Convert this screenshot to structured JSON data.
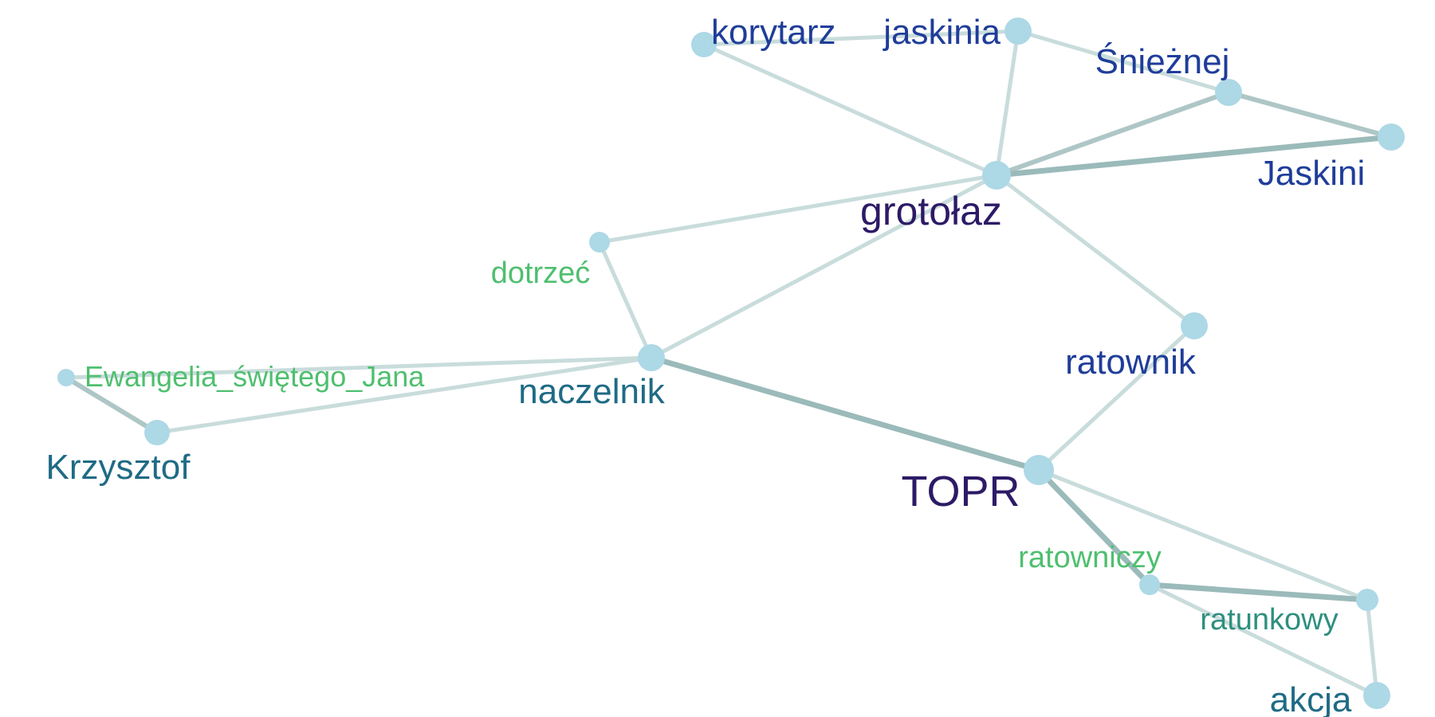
{
  "graph": {
    "nodes": [
      {
        "id": "korytarz",
        "label": "korytarz",
        "color": "#1f3d99",
        "size": "large"
      },
      {
        "id": "jaskinia",
        "label": "jaskinia",
        "color": "#1f3d99",
        "size": "large"
      },
      {
        "id": "sniezna",
        "label": "Śnieżnej",
        "color": "#1f3d99",
        "size": "large"
      },
      {
        "id": "jaskini",
        "label": "Jaskini",
        "color": "#1f3d99",
        "size": "large"
      },
      {
        "id": "grotolaz",
        "label": "grotołaz",
        "color": "#2d1a66",
        "size": "xlarge"
      },
      {
        "id": "dotrzec",
        "label": "dotrzeć",
        "color": "#4fbf6f",
        "size": "small"
      },
      {
        "id": "ratownik",
        "label": "ratownik",
        "color": "#1f3d99",
        "size": "large"
      },
      {
        "id": "naczelnik",
        "label": "naczelnik",
        "color": "#1f6b85",
        "size": "large"
      },
      {
        "id": "ewangelia",
        "label": "Ewangelia_świętego_Jana",
        "color": "#4fbf6f",
        "size": "small"
      },
      {
        "id": "krzysztof",
        "label": "Krzysztof",
        "color": "#1f6b85",
        "size": "large"
      },
      {
        "id": "topr",
        "label": "TOPR",
        "color": "#2d1a66",
        "size": "xlarge"
      },
      {
        "id": "ratowniczy",
        "label": "ratowniczy",
        "color": "#4fbf6f",
        "size": "small"
      },
      {
        "id": "ratunkowy",
        "label": "ratunkowy",
        "color": "#2f8f7f",
        "size": "medium"
      },
      {
        "id": "akcja",
        "label": "akcja",
        "color": "#1f6b85",
        "size": "large"
      }
    ],
    "edges": [
      {
        "source": "korytarz",
        "target": "grotolaz",
        "weight": 1
      },
      {
        "source": "korytarz",
        "target": "jaskinia",
        "weight": 1
      },
      {
        "source": "jaskinia",
        "target": "grotolaz",
        "weight": 1
      },
      {
        "source": "jaskinia",
        "target": "sniezna",
        "weight": 1
      },
      {
        "source": "sniezna",
        "target": "grotolaz",
        "weight": 2
      },
      {
        "source": "sniezna",
        "target": "jaskini",
        "weight": 2
      },
      {
        "source": "grotolaz",
        "target": "jaskini",
        "weight": 3
      },
      {
        "source": "grotolaz",
        "target": "dotrzec",
        "weight": 1
      },
      {
        "source": "grotolaz",
        "target": "naczelnik",
        "weight": 1
      },
      {
        "source": "grotolaz",
        "target": "ratownik",
        "weight": 1
      },
      {
        "source": "dotrzec",
        "target": "naczelnik",
        "weight": 1
      },
      {
        "source": "naczelnik",
        "target": "ewangelia",
        "weight": 1
      },
      {
        "source": "naczelnik",
        "target": "krzysztof",
        "weight": 1
      },
      {
        "source": "naczelnik",
        "target": "topr",
        "weight": 3
      },
      {
        "source": "ewangelia",
        "target": "krzysztof",
        "weight": 2
      },
      {
        "source": "ratownik",
        "target": "topr",
        "weight": 1
      },
      {
        "source": "topr",
        "target": "ratowniczy",
        "weight": 3
      },
      {
        "source": "topr",
        "target": "ratunkowy",
        "weight": 1
      },
      {
        "source": "ratowniczy",
        "target": "ratunkowy",
        "weight": 3
      },
      {
        "source": "ratowniczy",
        "target": "akcja",
        "weight": 1
      },
      {
        "source": "ratunkowy",
        "target": "akcja",
        "weight": 1
      }
    ]
  }
}
